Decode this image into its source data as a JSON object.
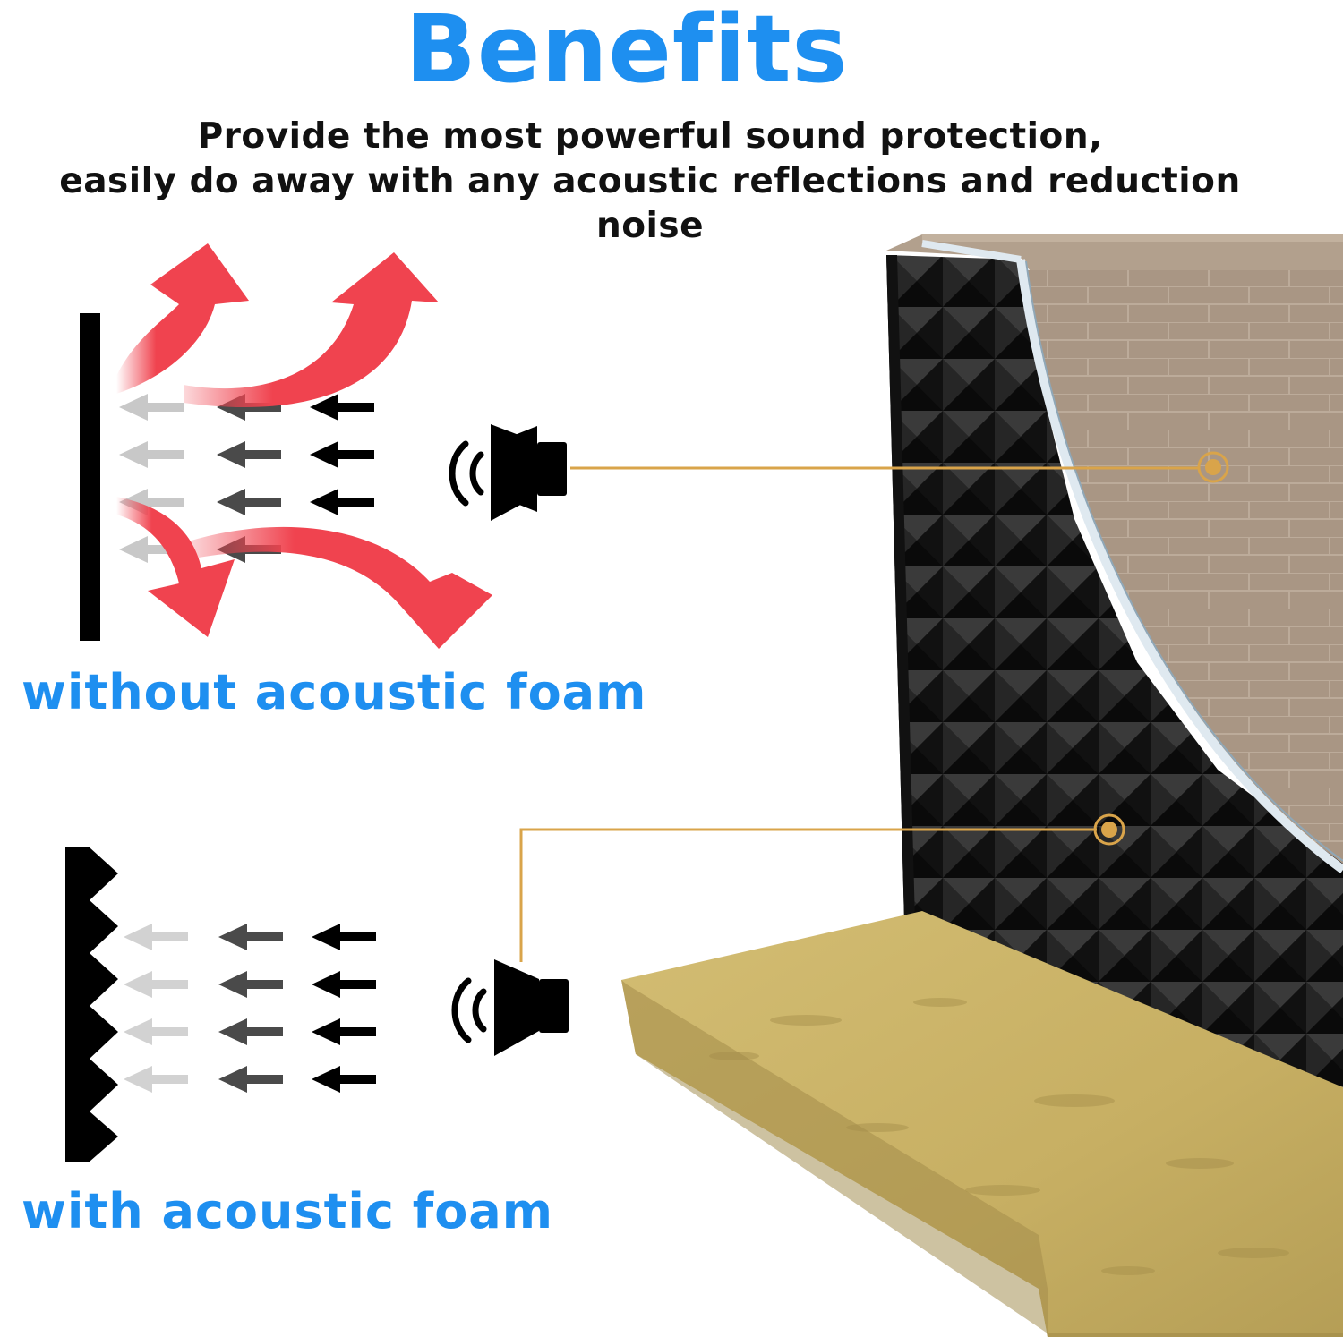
{
  "header": {
    "title": "Benefits",
    "subtitle_line1": "Provide the most powerful sound protection,",
    "subtitle_line2": "easily do away with any acoustic reflections and reduction noise"
  },
  "diagrams": {
    "without_label": "without acoustic foam",
    "with_label": "with acoustic foam"
  },
  "colors": {
    "accent_blue": "#1e8ff0",
    "reflection_red": "#f0434f",
    "callout_gold": "#d9a44a",
    "foam_dark": "#1c1c1c",
    "wall_tan": "#a89684",
    "board_yellow": "#c9b166"
  },
  "icons": [
    "speaker-icon",
    "sound-wave-icon",
    "arrow-left-icon",
    "curved-arrow-icon"
  ]
}
